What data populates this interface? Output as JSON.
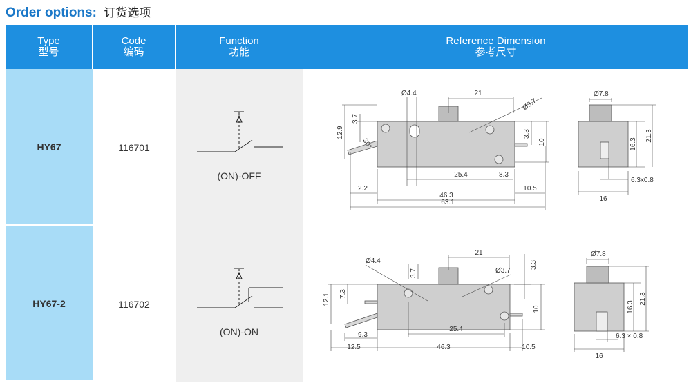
{
  "title": {
    "en": "Order options:",
    "cn": "订货选项"
  },
  "headers": [
    {
      "en": "Type",
      "cn": "型号"
    },
    {
      "en": "Code",
      "cn": "编码"
    },
    {
      "en": "Function",
      "cn": "功能"
    },
    {
      "en": "Reference Dimension",
      "cn": "参考尺寸"
    }
  ],
  "rows": [
    {
      "type": "HY67",
      "code": "116701",
      "function": "(ON)-OFF",
      "dims": {
        "hole_dia": "Ø4.4",
        "top_width": "21",
        "hole_dia2": "Ø3.7",
        "h37": "3.7",
        "h129": "12.9",
        "angle": "30°",
        "h33": "3.3",
        "h10": "10",
        "d254": "25.4",
        "d83": "8.3",
        "d22": "2.2",
        "d463": "46.3",
        "d105": "10.5",
        "d631": "63.1",
        "side_dia": "Ø7.8",
        "side_h163": "16.3",
        "side_h213": "21.3",
        "side_tab": "6.3x0.8",
        "side_w16": "16"
      }
    },
    {
      "type": "HY67-2",
      "code": "116702",
      "function": "(ON)-ON",
      "dims": {
        "hole_dia": "Ø4.4",
        "h37": "3.7",
        "top_width": "21",
        "hole_dia2": "Ø3.7",
        "h33": "3.3",
        "h121": "12.1",
        "h73": "7.3",
        "h10": "10",
        "d93": "9.3",
        "d254": "25.4",
        "d125": "12.5",
        "d463": "46.3",
        "d105": "10.5",
        "side_dia": "Ø7.8",
        "side_h163": "16.3",
        "side_h213": "21.3",
        "side_tab": "6.3 × 0.8",
        "side_w16": "16"
      }
    }
  ]
}
